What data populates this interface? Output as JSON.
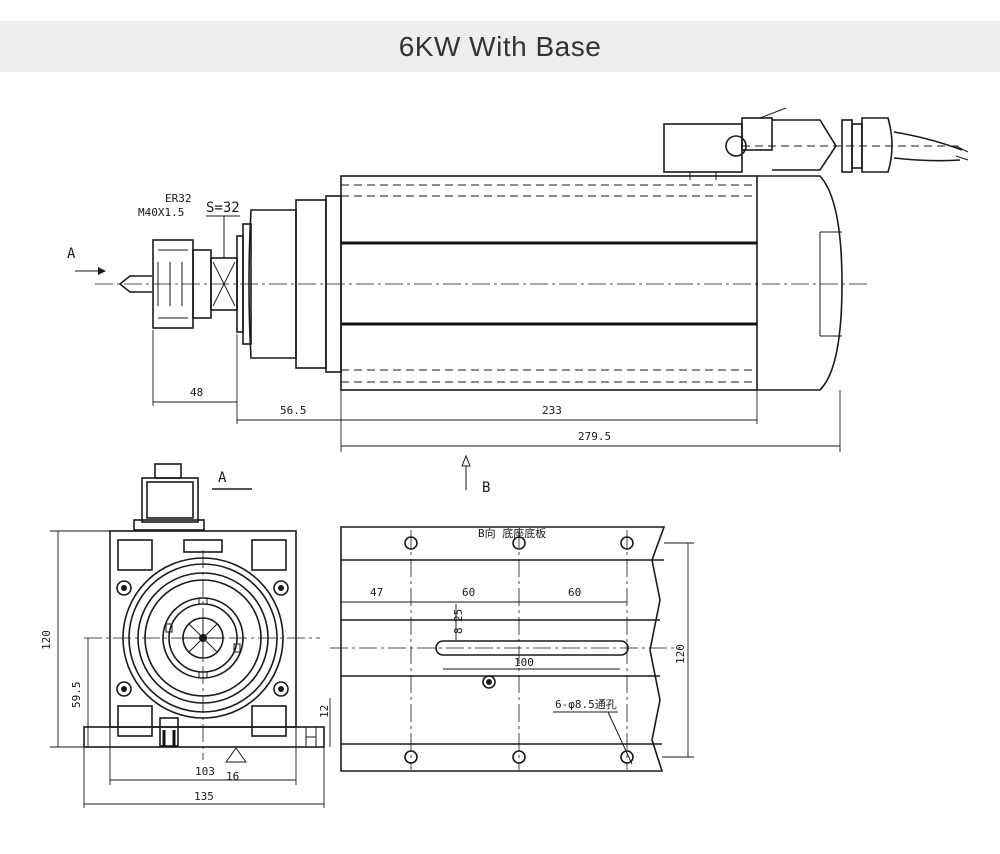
{
  "header": {
    "title": "6KW With Base"
  },
  "labels": {
    "view_a_arrow": "A",
    "view_a_section": "A",
    "view_b_arrow": "B",
    "collet": "ER32",
    "thread": "M40X1.5",
    "spanner": "S=32",
    "bottom_view_title": "B向 底座底板",
    "holes": "6-φ8.5通孔"
  },
  "dimensions": {
    "nose_length": "48",
    "flange_length": "56.5",
    "body_length": "233",
    "total_length": "279.5",
    "front_height": "120",
    "center_height": "59.5",
    "base_thickness": "12",
    "base_inner_width": "103",
    "base_small": "16",
    "base_width": "135",
    "hole_offset": "47",
    "hole_pitch_1": "60",
    "hole_pitch_2": "60",
    "slot_width": "8",
    "slot_width_2": "25",
    "slot_length": "100",
    "base_height": "120"
  }
}
